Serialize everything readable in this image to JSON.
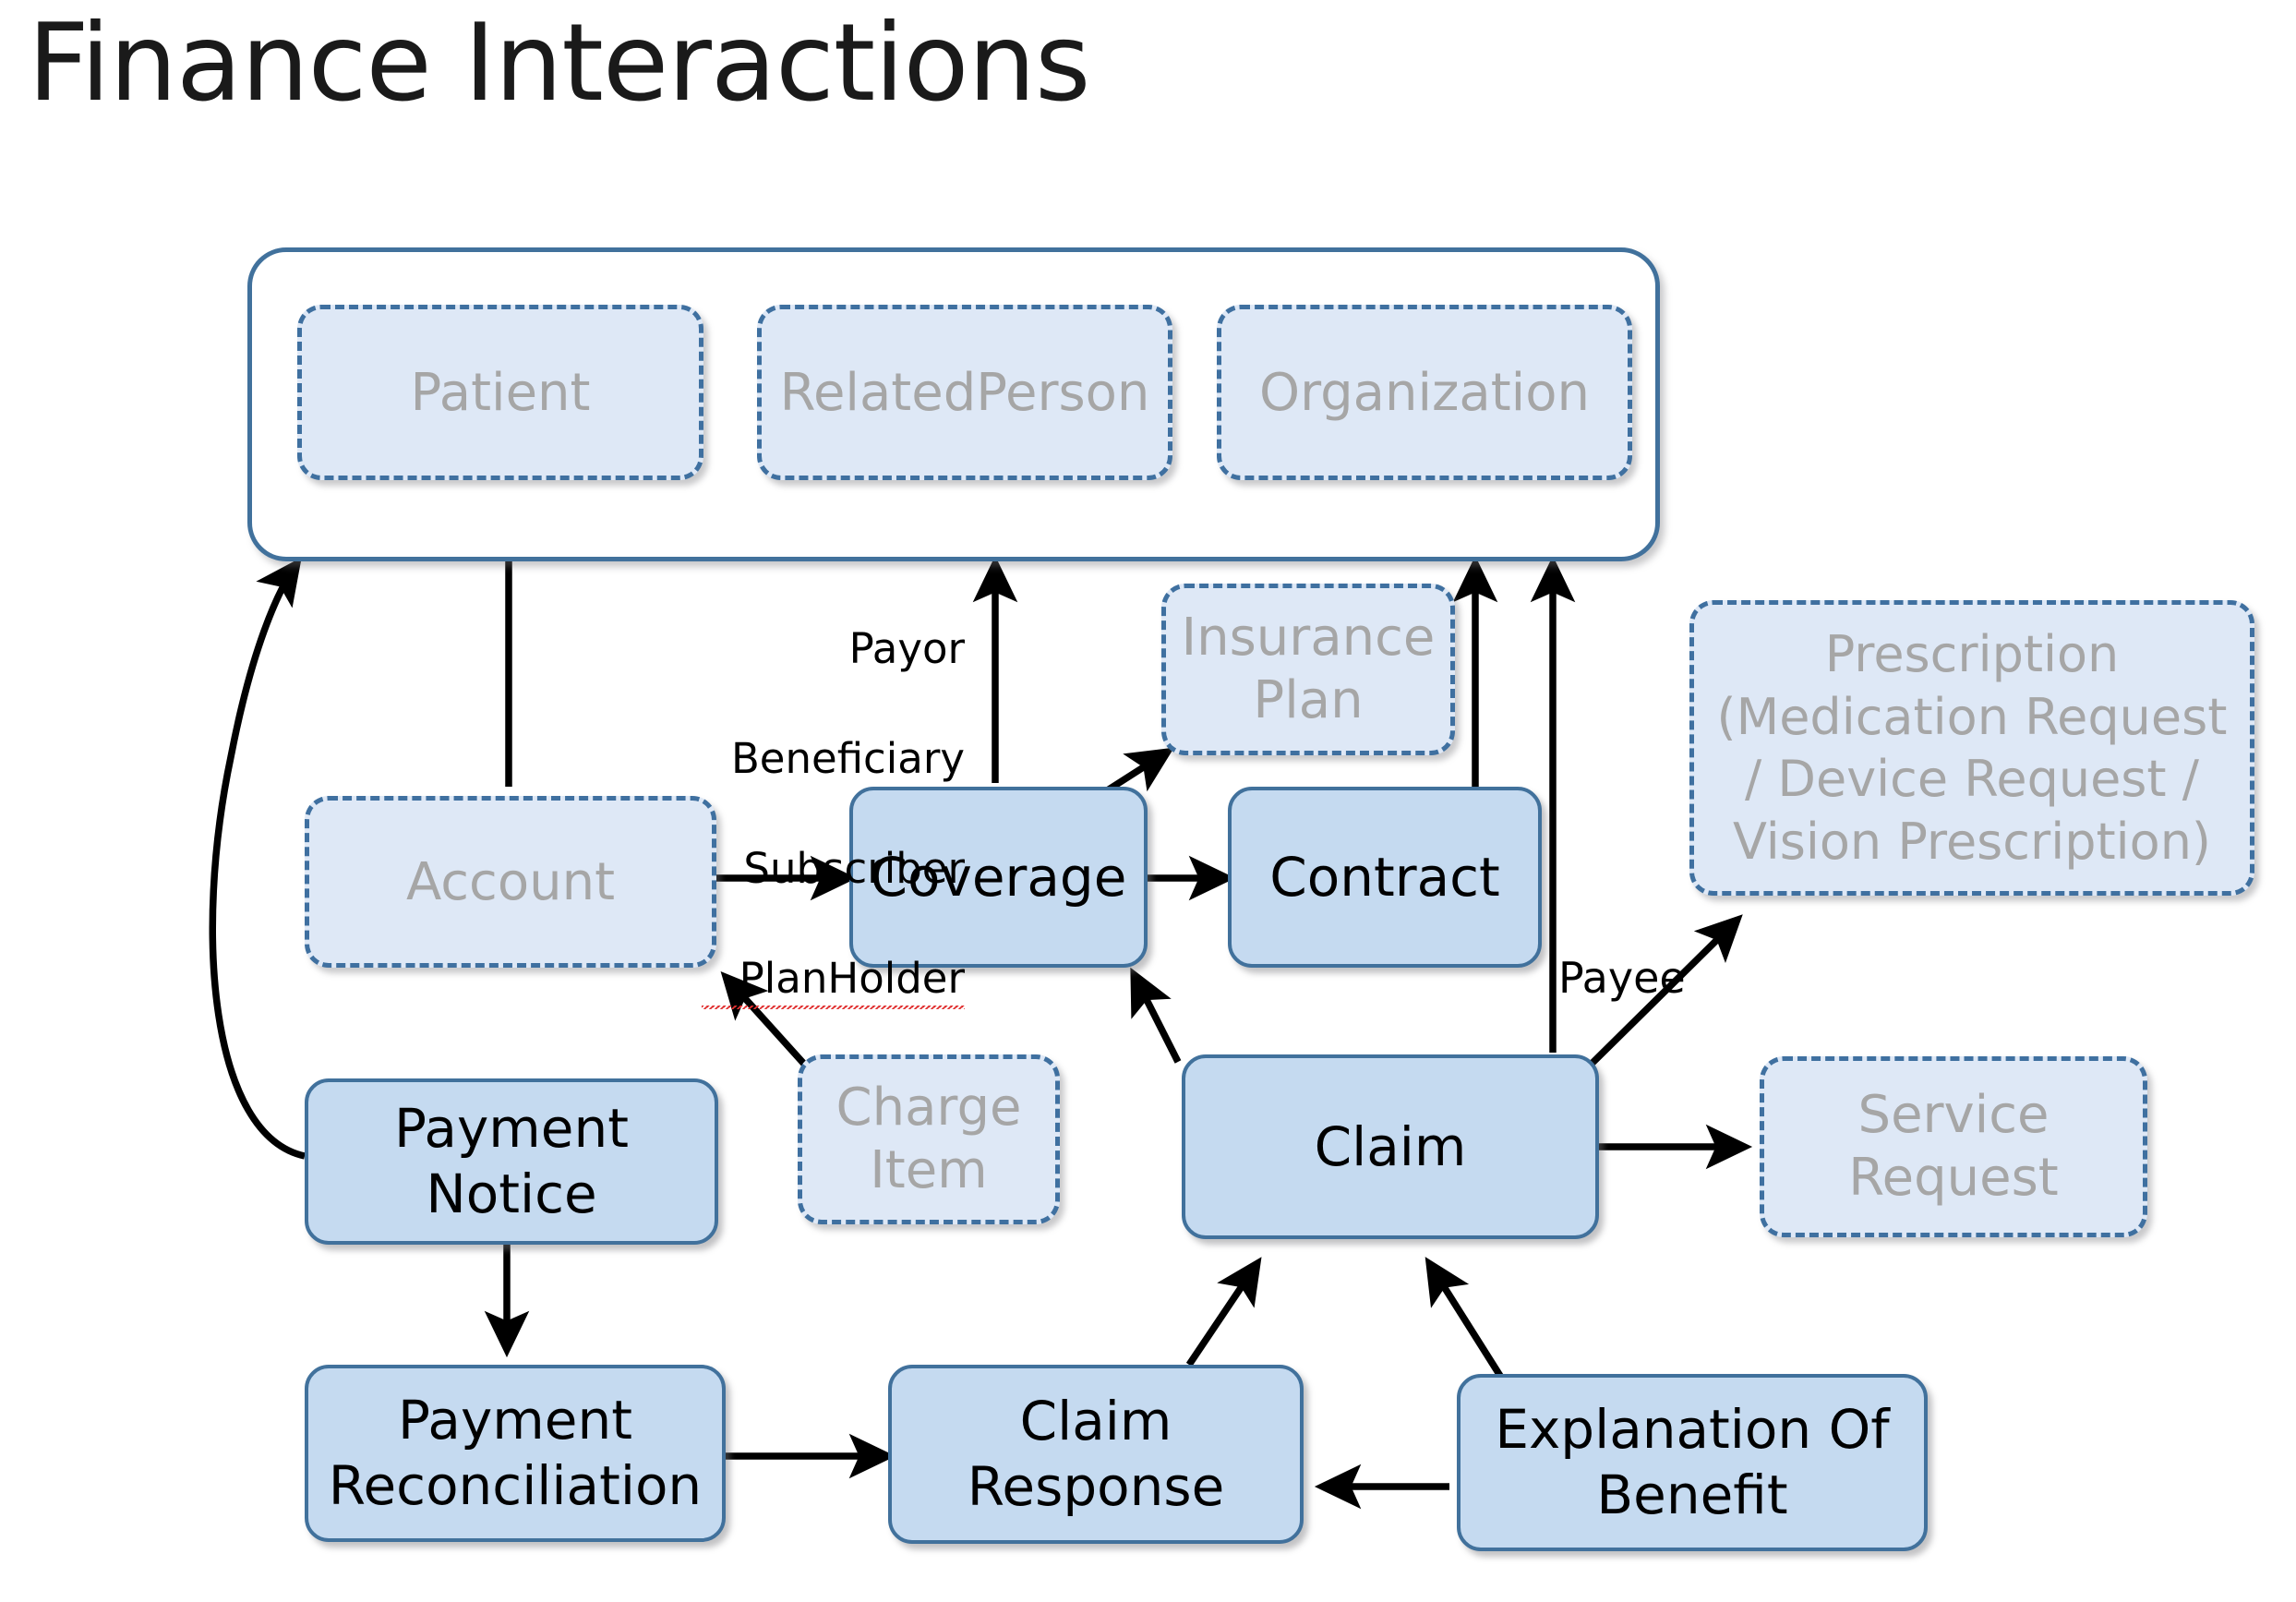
{
  "page": {
    "title": "Finance Interactions",
    "background_color": "#ffffff"
  },
  "theme": {
    "active_fill": "#c5daf0",
    "active_border": "#41719c",
    "active_text": "#000000",
    "passive_fill": "#dee8f6",
    "passive_border": "#3f70a0",
    "passive_text": "#a6a6a6",
    "arrow_color": "#000000",
    "group_border": "#41719c"
  },
  "group": {
    "name": "actor-group",
    "members": [
      {
        "id": "patient",
        "label": "Patient",
        "style": "passive"
      },
      {
        "id": "relatedperson",
        "label": "RelatedPerson",
        "style": "passive"
      },
      {
        "id": "organization",
        "label": "Organization",
        "style": "passive"
      }
    ]
  },
  "nodes": [
    {
      "id": "account",
      "label": "Account",
      "style": "passive"
    },
    {
      "id": "coverage",
      "label": "Coverage",
      "style": "active"
    },
    {
      "id": "insuranceplan",
      "label": "Insurance\nPlan",
      "style": "passive"
    },
    {
      "id": "contract",
      "label": "Contract",
      "style": "active"
    },
    {
      "id": "prescription",
      "label": "Prescription\n(Medication Request\n/ Device Request /\nVision Prescription)",
      "style": "passive"
    },
    {
      "id": "chargeitem",
      "label": "Charge\nItem",
      "style": "passive"
    },
    {
      "id": "paymentnotice",
      "label": "Payment\nNotice",
      "style": "active"
    },
    {
      "id": "claim",
      "label": "Claim",
      "style": "active"
    },
    {
      "id": "servicerequest",
      "label": "Service\nRequest",
      "style": "passive"
    },
    {
      "id": "paymentrecon",
      "label": "Payment\nReconciliation",
      "style": "active"
    },
    {
      "id": "claimresponse",
      "label": "Claim\nResponse",
      "style": "active"
    },
    {
      "id": "eob",
      "label": "Explanation Of\nBenefit",
      "style": "active"
    }
  ],
  "edge_labels": {
    "coverage_to_actors": "Payor\nBeneficiary\nSubscriber\nPlanHolder",
    "coverage_to_actors_lines": [
      "Payor",
      "Beneficiary",
      "Subscriber",
      "PlanHolder"
    ],
    "claim_payee": "Payee"
  },
  "edges": [
    {
      "from": "account",
      "to": "patient",
      "label": ""
    },
    {
      "from": "account",
      "to": "coverage",
      "label": ""
    },
    {
      "from": "coverage",
      "to": "organization",
      "label": "Payor Beneficiary Subscriber PlanHolder"
    },
    {
      "from": "coverage",
      "to": "insuranceplan",
      "label": ""
    },
    {
      "from": "coverage",
      "to": "contract",
      "label": ""
    },
    {
      "from": "contract",
      "to": "organization",
      "label": ""
    },
    {
      "from": "chargeitem",
      "to": "account",
      "label": ""
    },
    {
      "from": "claim",
      "to": "coverage",
      "label": ""
    },
    {
      "from": "claim",
      "to": "organization",
      "label": ""
    },
    {
      "from": "claim",
      "to": "prescription",
      "label": "Payee"
    },
    {
      "from": "claim",
      "to": "servicerequest",
      "label": ""
    },
    {
      "from": "paymentnotice",
      "to": "actor-group",
      "label": ""
    },
    {
      "from": "paymentnotice",
      "to": "paymentrecon",
      "label": ""
    },
    {
      "from": "paymentrecon",
      "to": "claimresponse",
      "label": ""
    },
    {
      "from": "eob",
      "to": "claimresponse",
      "label": ""
    },
    {
      "from": "claimresponse",
      "to": "claim",
      "label": ""
    },
    {
      "from": "eob",
      "to": "claim",
      "label": ""
    }
  ]
}
